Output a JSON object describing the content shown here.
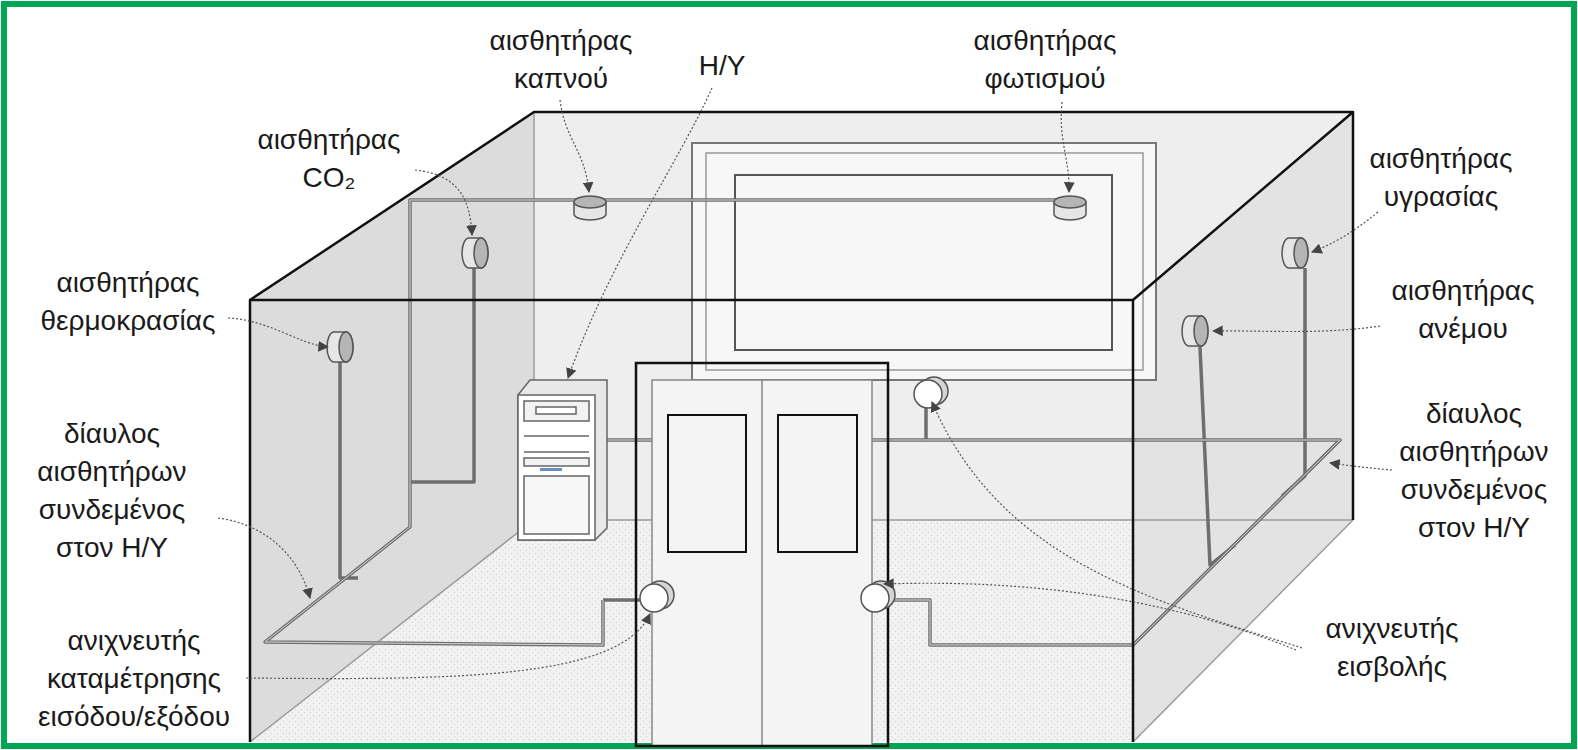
{
  "diagram": {
    "labels": [
      "αισθητήρας καπνού",
      "Η/Υ",
      "αισθητήρας φωτισμού",
      "αισθητήρας CO₂",
      "αισθητήρας υγρασίας",
      "αισθητήρας θερμοκρασίας",
      "αισθητήρας ανέμου",
      "δίαυλος αισθητήρων συνδεμένος στον Η/Υ",
      "δίαυλος αισθητήρων συνδεμένος στον Η/Υ",
      "ανιχνευτής καταμέτρησης εισόδου/εξόδου",
      "ανιχνευτής εισβολής"
    ]
  }
}
